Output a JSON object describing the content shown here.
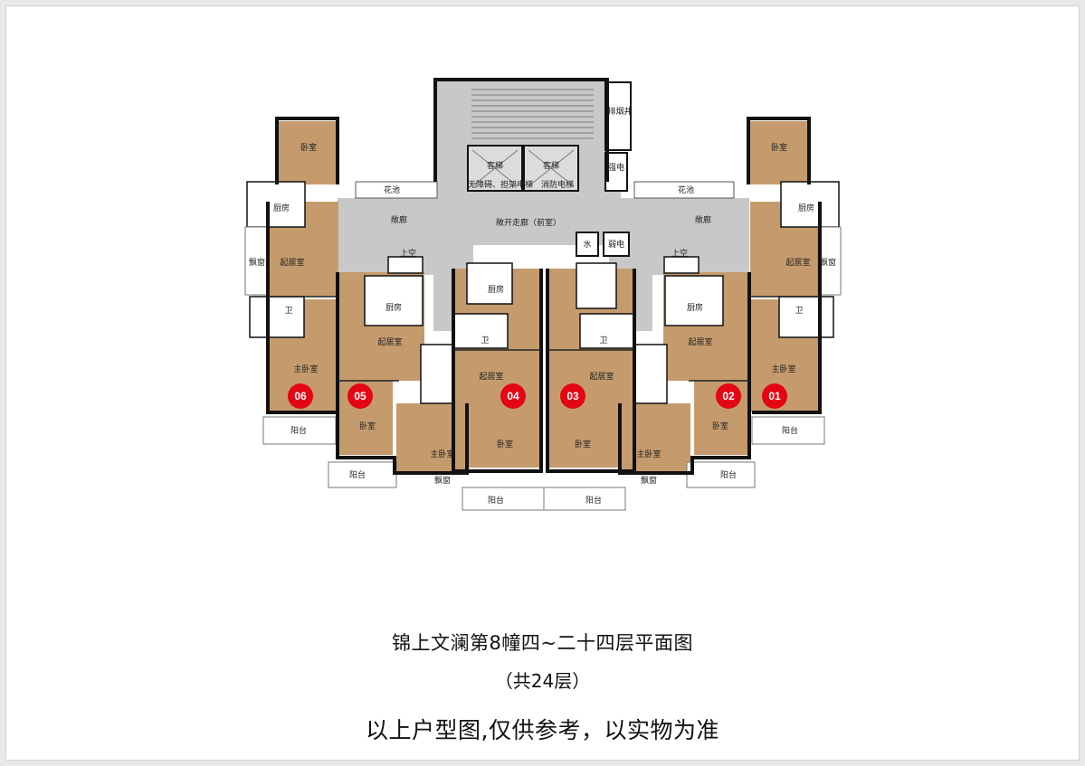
{
  "colors": {
    "room": "#c59b6d",
    "common": "#c8c8c8",
    "wall": "#111111",
    "marker": "#e30613"
  },
  "labels": {
    "pai_yan_jing": "排烟井",
    "qiang_dian": "强电",
    "ruo_dian": "弱电",
    "shui": "水",
    "ke_ti_a": "客梯",
    "ke_ti_b": "客梯",
    "elevator_note_left": "无障碍、担架电梯",
    "elevator_note_right": "消防电梯",
    "hua_chi_left": "花池",
    "hua_chi_right": "花池",
    "chang_lang_left": "敞廊",
    "chang_lang_right": "敞廊",
    "chang_kai_zou_lang": "敞开走廊（前室）",
    "shang_kong_left": "上空",
    "shang_kong_right": "上空"
  },
  "units": {
    "u06": {
      "number": "06",
      "bedroom": "卧室",
      "kitchen": "厨房",
      "living": "起居室",
      "bay": "飘窗",
      "bath": "卫",
      "master": "主卧室",
      "balcony": "阳台"
    },
    "u05": {
      "number": "05",
      "kitchen": "厨房",
      "living": "起居室",
      "bedroom": "卧室",
      "master": "主卧室",
      "bay": "飘窗",
      "balcony": "阳台"
    },
    "u04": {
      "number": "04",
      "kitchen": "厨房",
      "bath": "卫",
      "living": "起居室",
      "bedroom": "卧室",
      "balcony": "阳台"
    },
    "u03": {
      "number": "03",
      "bath": "卫",
      "living": "起居室",
      "bedroom": "卧室",
      "balcony": "阳台"
    },
    "u02": {
      "number": "02",
      "kitchen": "厨房",
      "living": "起居室",
      "bedroom": "卧室",
      "master": "主卧室",
      "bay": "飘窗",
      "balcony": "阳台"
    },
    "u01": {
      "number": "01",
      "bedroom": "卧室",
      "kitchen": "厨房",
      "living": "起居室",
      "bay": "飘窗",
      "bath": "卫",
      "master": "主卧室",
      "balcony": "阳台"
    }
  },
  "caption": {
    "title": "锦上文澜第8幢四~二十四层平面图",
    "floors": "（共24层）",
    "disclaimer": "以上户型图,仅供参考，以实物为准"
  }
}
